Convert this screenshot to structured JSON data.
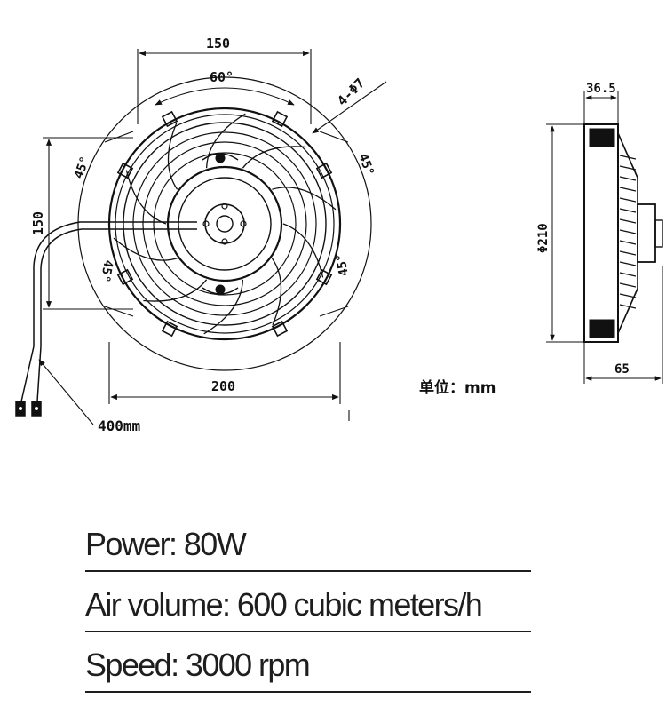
{
  "drawing": {
    "front_view": {
      "dim_top_width": "150",
      "dim_angle_top": "60°",
      "dim_holes": "4-Φ7",
      "dim_left_height": "150",
      "angle_top_left": "45°",
      "angle_top_right": "45°",
      "angle_bottom_left": "45°",
      "angle_bottom_right": "45°",
      "dim_bottom_width": "200",
      "cable_length": "400mm"
    },
    "side_view": {
      "dim_top_depth": "36.5",
      "dim_diameter": "Φ210",
      "dim_bottom_depth": "65"
    },
    "unit_label": "单位：mm"
  },
  "specs": [
    {
      "text": "Power: 80W"
    },
    {
      "text": "Air volume: 600 cubic meters/h"
    },
    {
      "text": "Speed: 3000 rpm"
    }
  ]
}
